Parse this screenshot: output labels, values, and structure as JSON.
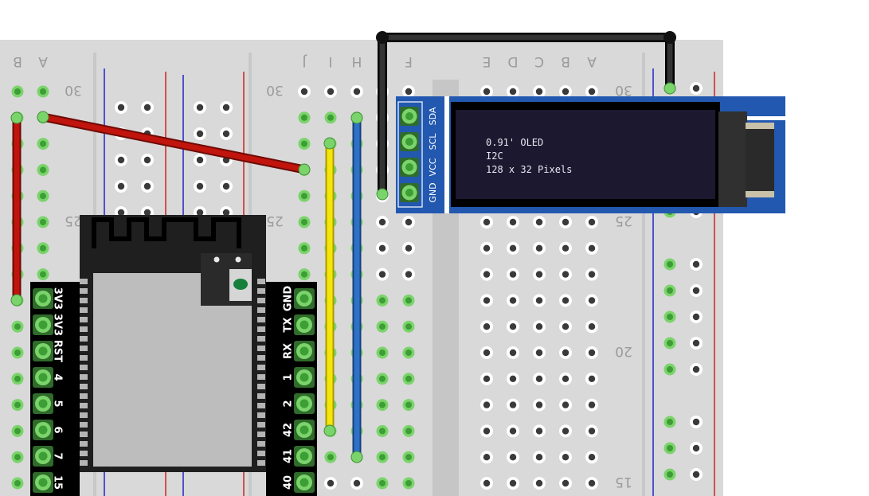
{
  "breadboard_left": {
    "column_letters": [
      "B",
      "A",
      "J",
      "I",
      "H",
      "F"
    ],
    "row_numbers": [
      "30",
      "25"
    ]
  },
  "breadboard_right": {
    "column_letters": [
      "E",
      "D",
      "C",
      "B",
      "A"
    ],
    "row_numbers": [
      "30",
      "25",
      "20",
      "15"
    ]
  },
  "mcu_board": {
    "left_pins": [
      "3V3",
      "3V3",
      "RST",
      "4",
      "5",
      "6",
      "7",
      "15"
    ],
    "right_pins": [
      "GND",
      "TX",
      "RX",
      "1",
      "2",
      "42",
      "41",
      "40"
    ]
  },
  "oled": {
    "pins": [
      "SDA",
      "SCL",
      "VCC",
      "GND"
    ],
    "line1": "0.91' OLED",
    "line2": "I2C",
    "line3": "128 x 32 Pixels"
  },
  "colors": {
    "board": "#d9d9d9",
    "hole": "#3a3a3a",
    "hole_active": "#7bd36b",
    "wire_red": "#c0140c",
    "wire_yellow": "#f5e60a",
    "wire_blue": "#2d72c8",
    "wire_black": "#222222",
    "oled_pcb": "#2258b0",
    "oled_screen": "#1c1830",
    "mcu": "#1a1a1a"
  }
}
